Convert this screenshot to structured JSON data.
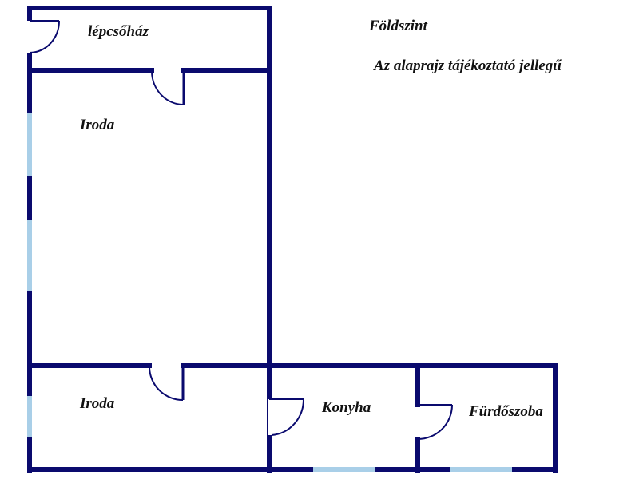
{
  "plan": {
    "level_label": "Földszint",
    "disclaimer": "Az alaprajz tájékoztató jellegű",
    "rooms": {
      "staircase": "lépcsőház",
      "office_upper": "Iroda",
      "office_lower": "Iroda",
      "kitchen": "Konyha",
      "bathroom": "Fürdőszoba"
    },
    "colors": {
      "wall": "#0a0a6e",
      "window": "#a9cfe8"
    }
  }
}
